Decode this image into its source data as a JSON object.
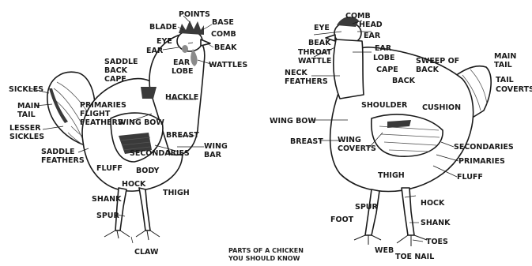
{
  "caption": {
    "line1": "PARTS OF A CHICKEN",
    "line2": "YOU SHOULD KNOW"
  },
  "rooster": {
    "points": "POINTS",
    "blade": "BLADE",
    "base": "BASE",
    "comb": "COMB",
    "eye": "EYE",
    "beak": "BEAK",
    "ear": "EAR",
    "wattles": "WATTLES",
    "ear_lobe_1": "EAR",
    "ear_lobe_2": "LOBE",
    "saddle_1": "SADDLE",
    "saddle_2": "BACK",
    "saddle_3": "CAPE",
    "sickles": "SICKLES",
    "main_tail_1": "MAIN",
    "main_tail_2": "TAIL",
    "primaries_1": "PRIMARIES",
    "primaries_2": "FLIGHT",
    "primaries_3": "FEATHERS",
    "hackle": "HACKLE",
    "lesser_sickles_1": "LESSER",
    "lesser_sickles_2": "SICKLES",
    "wing_bow": "WING BOW",
    "breast": "BREAST",
    "saddle_feathers_1": "SADDLE",
    "saddle_feathers_2": "FEATHERS",
    "secondaries": "SECONDARIES",
    "wing_bar_1": "WING",
    "wing_bar_2": "BAR",
    "fluff": "FLUFF",
    "body": "BODY",
    "hock": "HOCK",
    "thigh": "THIGH",
    "shank": "SHANK",
    "spur": "SPUR",
    "claw": "CLAW"
  },
  "hen": {
    "comb": "COMB",
    "head": "HEAD",
    "eye": "EYE",
    "ear": "EAR",
    "beak": "BEAK",
    "throat_1": "THROAT",
    "throat_2": "WATTLE",
    "ear_lobe_1": "EAR",
    "ear_lobe_2": "LOBE",
    "sweep_1": "SWEEP OF",
    "sweep_2": "BACK",
    "main_tail_1": "MAIN",
    "main_tail_2": "TAIL",
    "neck_1": "NECK",
    "neck_2": "FEATHERS",
    "cape": "CAPE",
    "back": "BACK",
    "tail_coverts_1": "TAIL",
    "tail_coverts_2": "COVERTS",
    "shoulder": "SHOULDER",
    "cushion": "CUSHION",
    "wing_bow": "WING BOW",
    "breast": "BREAST",
    "wing_coverts_1": "WING",
    "wing_coverts_2": "COVERTS",
    "secondaries": "SECONDARIES",
    "primaries": "PRIMARIES",
    "fluff": "FLUFF",
    "thigh": "THIGH",
    "spur": "SPUR",
    "hock": "HOCK",
    "foot": "FOOT",
    "shank": "SHANK",
    "toes": "TOES",
    "web": "WEB",
    "toe_nail": "TOE NAIL"
  }
}
